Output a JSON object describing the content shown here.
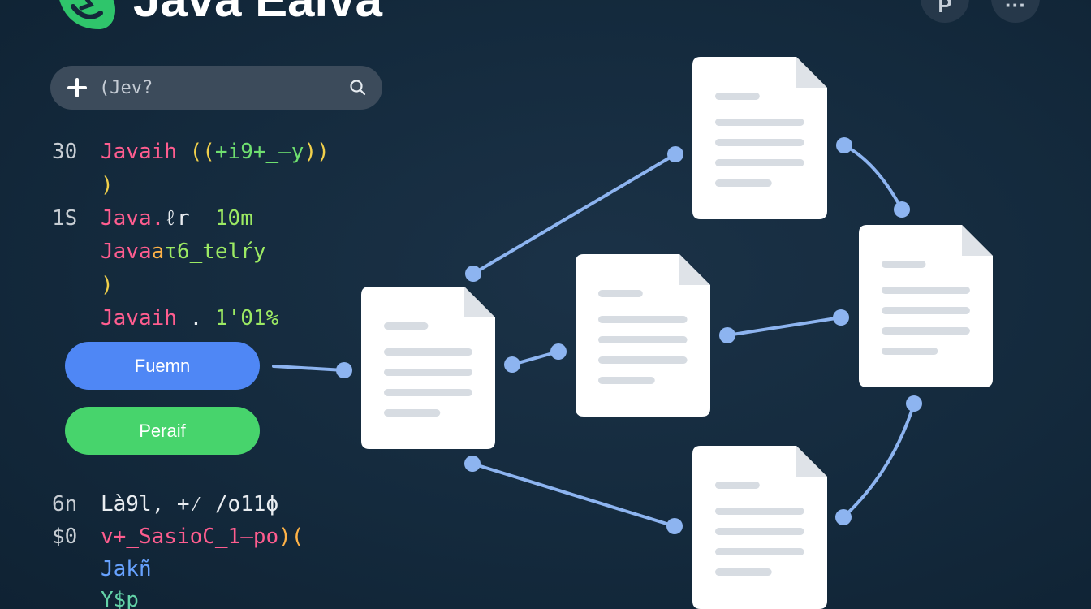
{
  "header": {
    "title": "Java Eaiva",
    "profile_button_label": "P",
    "more_button_label": "···"
  },
  "search": {
    "value": "(Jev?",
    "placeholder": ""
  },
  "code_top": [
    {
      "line_no": "30",
      "segments": [
        {
          "text": "Javaih ",
          "color": "pink"
        },
        {
          "text": "((",
          "color": "yellow"
        },
        {
          "text": "+i9+_–y",
          "color": "green"
        },
        {
          "text": "))",
          "color": "yellow"
        }
      ]
    },
    {
      "line_no": "",
      "segments": [
        {
          "text": ")",
          "color": "yellow"
        }
      ]
    },
    {
      "line_no": "1S",
      "segments": [
        {
          "text": "Java.",
          "color": "pink"
        },
        {
          "text": "ℓr  ",
          "color": "white"
        },
        {
          "text": "10m",
          "color": "lime"
        }
      ]
    },
    {
      "line_no": "",
      "segments": [
        {
          "text": "Java",
          "color": "pink"
        },
        {
          "text": "a",
          "color": "orange"
        },
        {
          "text": "τ6_telŕy",
          "color": "lime"
        }
      ]
    },
    {
      "line_no": "",
      "segments": [
        {
          "text": ")",
          "color": "yellow"
        }
      ]
    },
    {
      "line_no": "",
      "segments": [
        {
          "text": "Javaih",
          "color": "pink"
        },
        {
          "text": " . ",
          "color": "white"
        },
        {
          "text": "1'01%",
          "color": "lime"
        }
      ]
    }
  ],
  "buttons": {
    "primary_label": "Fuemn",
    "secondary_label": "Peraif"
  },
  "code_bottom": [
    {
      "line_no": "6n",
      "segments": [
        {
          "text": "Là9l, +⁄ /ο11ϕ",
          "color": "white"
        }
      ]
    },
    {
      "line_no": "$0",
      "segments": [
        {
          "text": "v+",
          "color": "pink"
        },
        {
          "text": "_SasioC_1–po",
          "color": "pink"
        },
        {
          "text": ")(",
          "color": "orange"
        }
      ]
    },
    {
      "line_no": "",
      "segments": [
        {
          "text": "Jakñ",
          "color": "blue"
        }
      ]
    },
    {
      "line_no": "",
      "segments": [
        {
          "text": "Y$p",
          "color": "cyan"
        }
      ]
    }
  ],
  "colors": {
    "background": "#14283a",
    "document": "#ffffff",
    "document_line": "#d7dce2",
    "connector": "#8db4f0",
    "primary": "#4f87f5",
    "secondary": "#47d46c"
  },
  "icons": {
    "logo": "java-leaf-logo-icon",
    "search": "search-icon",
    "add": "plus-icon",
    "document": "document-icon"
  }
}
